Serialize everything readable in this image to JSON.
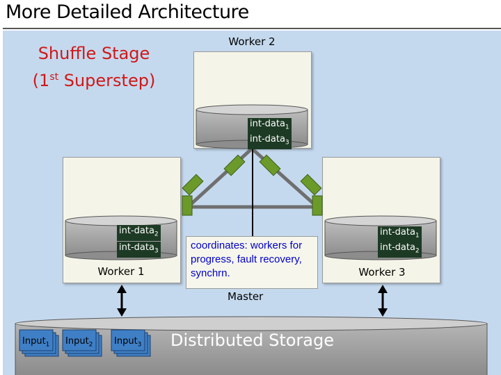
{
  "title": "More Detailed Architecture",
  "subtitle": {
    "line1": "Shuffle Stage",
    "line2_pre": "(1",
    "line2_sup": "st",
    "line2_post": " Superstep)"
  },
  "workers": {
    "worker2": {
      "label": "Worker 2",
      "data": [
        {
          "name": "int-data",
          "sub": "1"
        },
        {
          "name": "int-data",
          "sub": "3"
        }
      ]
    },
    "worker1": {
      "label": "Worker 1",
      "data": [
        {
          "name": "int-data",
          "sub": "2"
        },
        {
          "name": "int-data",
          "sub": "3"
        }
      ]
    },
    "worker3": {
      "label": "Worker 3",
      "data": [
        {
          "name": "int-data",
          "sub": "1"
        },
        {
          "name": "int-data",
          "sub": "2"
        }
      ]
    }
  },
  "master": {
    "label": "Master",
    "description": "coordinates: workers for progress, fault recovery, synchrn."
  },
  "storage": {
    "label": "Distributed Storage",
    "inputs": [
      {
        "name": "Input",
        "sub": "1"
      },
      {
        "name": "Input",
        "sub": "2"
      },
      {
        "name": "Input",
        "sub": "3"
      }
    ]
  },
  "colors": {
    "background": "#c5d9ee",
    "subtitle": "#d01818",
    "tag": "#1d3a24",
    "connector": "#6b9a2b",
    "master_text": "#0000cc",
    "storage": "#9a9a9a",
    "input_card": "#3f7fc6"
  }
}
